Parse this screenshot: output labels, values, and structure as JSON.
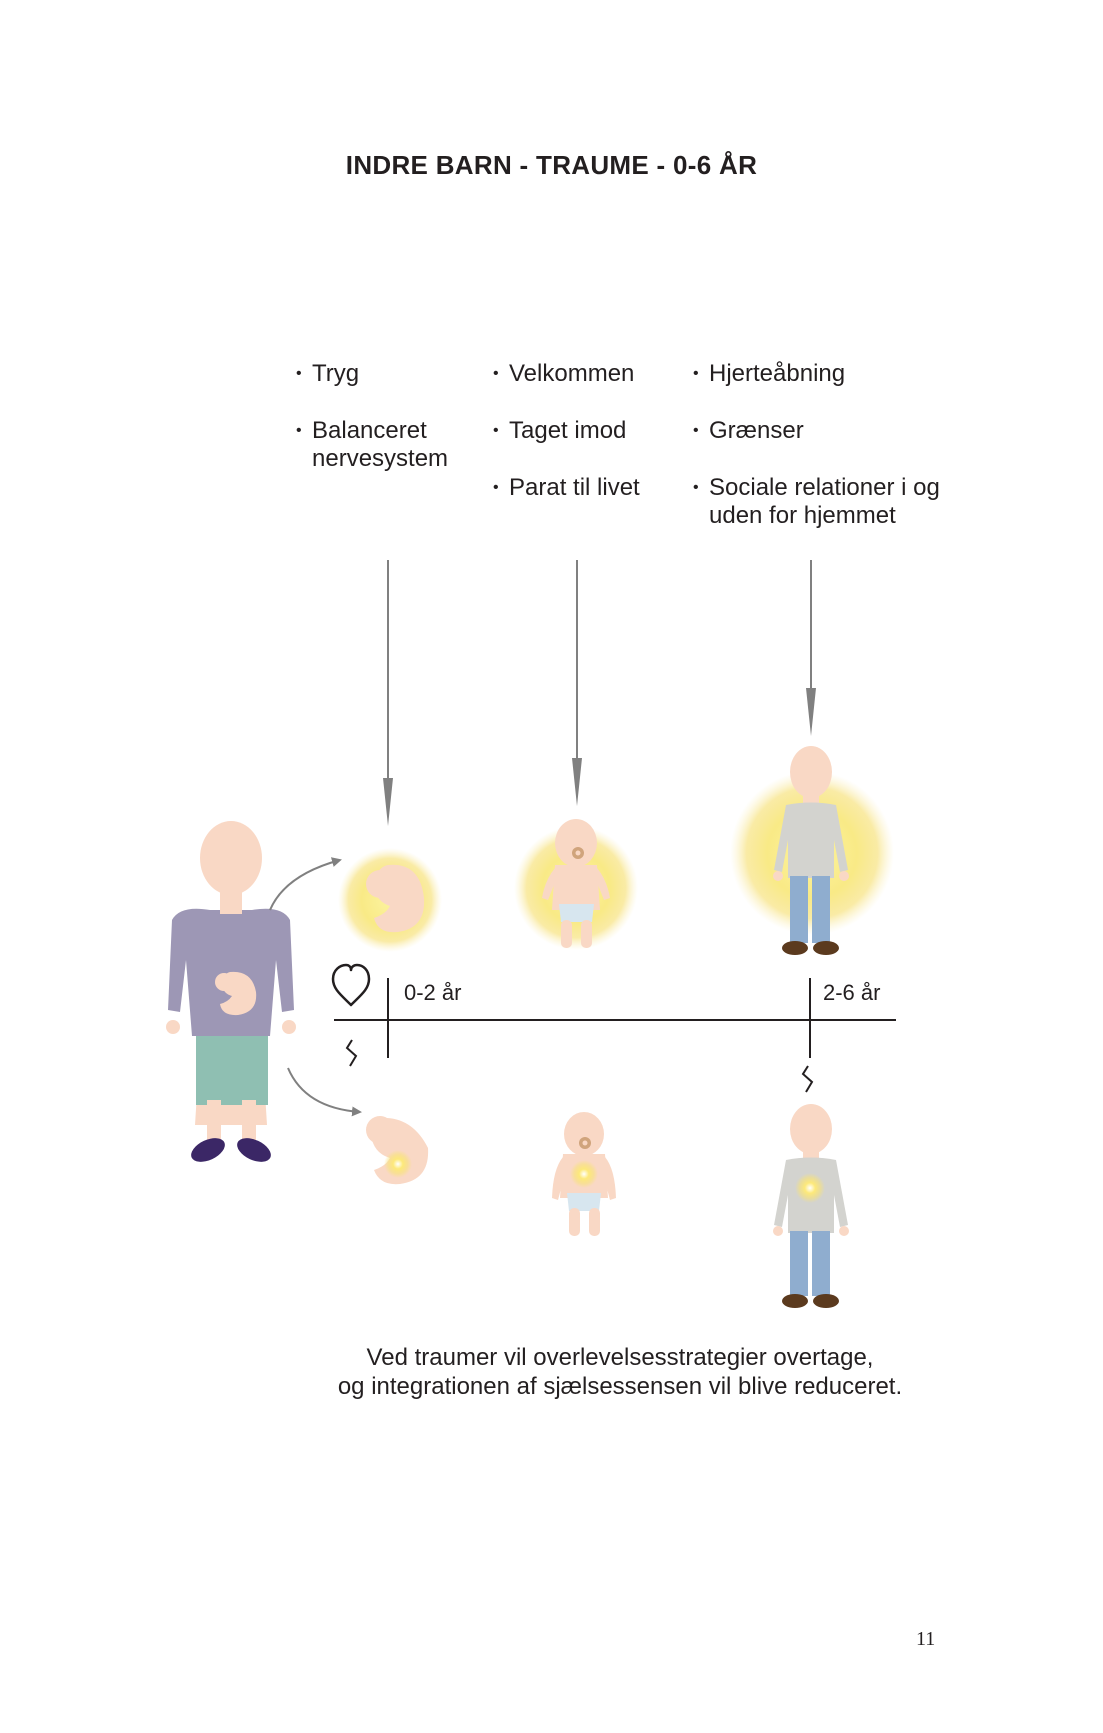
{
  "title": "INDRE BARN - TRAUME - 0-6 ÅR",
  "columns": [
    {
      "items": [
        "Tryg",
        "Balanceret nervesystem"
      ]
    },
    {
      "items": [
        "Velkommen",
        "Taget imod",
        "Parat til livet"
      ]
    },
    {
      "items": [
        "Hjerteåbning",
        "Grænser",
        "Sociale relationer i og uden for hjemmet"
      ]
    }
  ],
  "timeline": {
    "age_labels": [
      "0-2 år",
      "2-6 år"
    ]
  },
  "caption": {
    "line1": "Ved traumer vil overlevelsesstrategier overtage,",
    "line2": "og integrationen af sjælsessensen vil blive reduceret."
  },
  "page_number": "11",
  "icons": [
    "heart-icon",
    "zigzag-icon"
  ],
  "colors": {
    "skin": "#f9d8c5",
    "glow": "#f7e37a",
    "mother_shirt": "#9d97b5",
    "mother_skirt": "#8fbfb2",
    "shoes_mother": "#3b2766",
    "child_shirt": "#d3d3cf",
    "child_pants": "#8fadcf",
    "child_shoes": "#5b3a1e",
    "diaper": "#d7e6ef",
    "arrow": "#808080"
  }
}
